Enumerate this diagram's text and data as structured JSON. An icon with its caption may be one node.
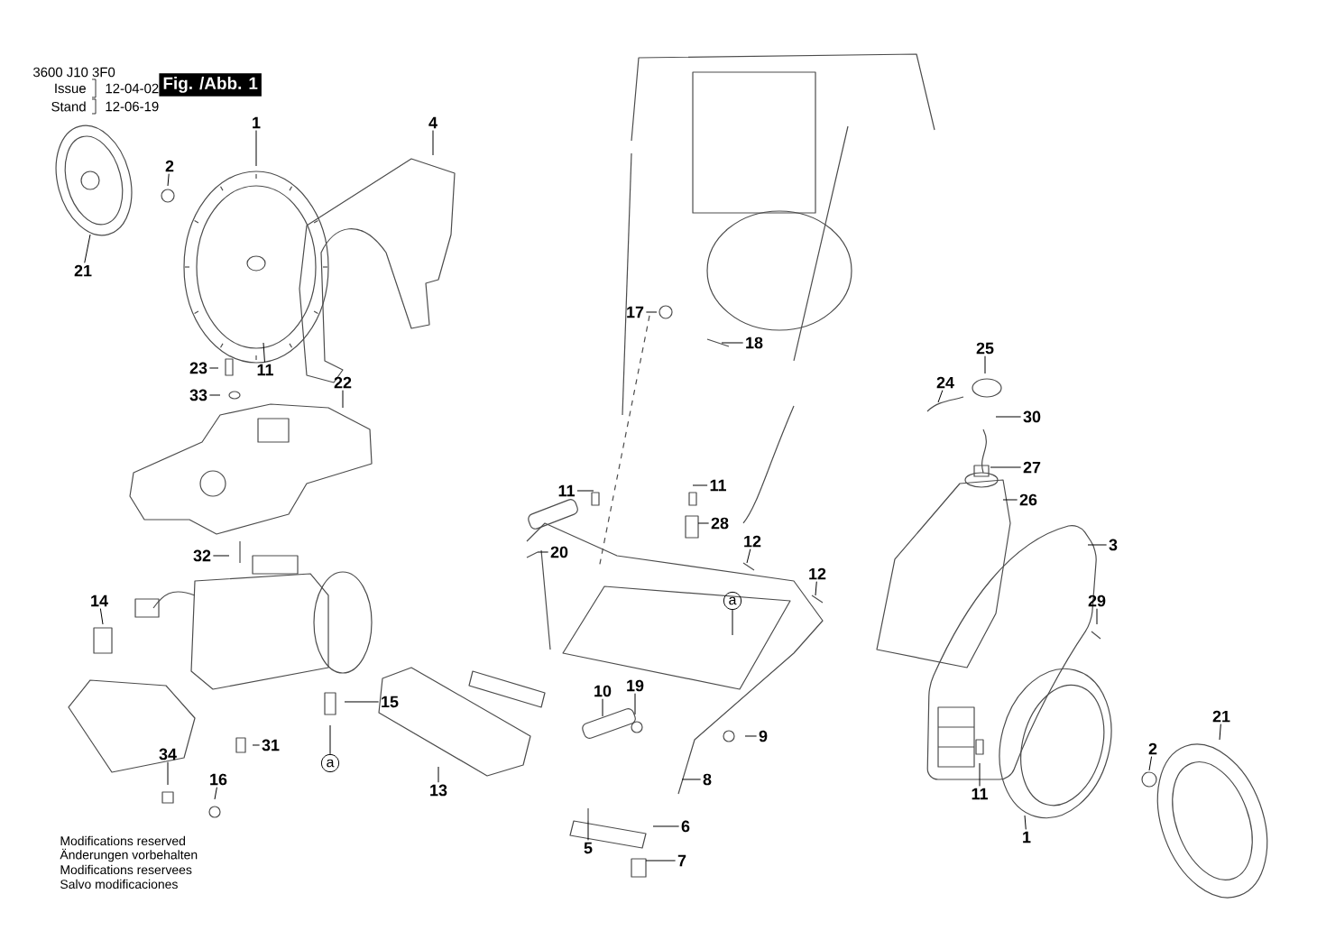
{
  "diagram": {
    "nodes": [
      {
        "text": [
          "1"
        ]
      },
      {
        "text": [
          "4"
        ]
      },
      {
        "text": [
          "2"
        ]
      },
      {
        "text": [
          "21"
        ]
      },
      {
        "text": [
          "17"
        ]
      },
      {
        "text": [
          "18"
        ]
      },
      {
        "text": [
          "25"
        ]
      },
      {
        "text": [
          "23"
        ]
      },
      {
        "text": [
          "11"
        ]
      },
      {
        "text": [
          "24"
        ]
      },
      {
        "text": [
          "22"
        ]
      },
      {
        "text": [
          "33"
        ]
      },
      {
        "text": [
          "30"
        ]
      },
      {
        "text": [
          "27"
        ]
      },
      {
        "text": [
          "11"
        ]
      },
      {
        "text": [
          "11"
        ]
      },
      {
        "text": [
          "26"
        ]
      },
      {
        "text": [
          "28"
        ]
      },
      {
        "text": [
          "12"
        ]
      },
      {
        "text": [
          "3"
        ]
      },
      {
        "text": [
          "20"
        ]
      },
      {
        "text": [
          "32"
        ]
      },
      {
        "text": [
          "12"
        ]
      },
      {
        "text": [
          "14"
        ]
      },
      {
        "text": [
          "a"
        ]
      },
      {
        "text": [
          "29"
        ]
      },
      {
        "text": [
          "10"
        ]
      },
      {
        "text": [
          "19"
        ]
      },
      {
        "text": [
          "15"
        ]
      },
      {
        "text": [
          "21"
        ]
      },
      {
        "text": [
          "a"
        ]
      },
      {
        "text": [
          "31"
        ]
      },
      {
        "text": [
          "9"
        ]
      },
      {
        "text": [
          "2"
        ]
      },
      {
        "text": [
          "34"
        ]
      },
      {
        "text": [
          "16"
        ]
      },
      {
        "text": [
          "8"
        ]
      },
      {
        "text": [
          "13"
        ]
      },
      {
        "text": [
          "11"
        ]
      },
      {
        "text": [
          "6"
        ]
      },
      {
        "text": [
          "1"
        ]
      },
      {
        "text": [
          "5"
        ]
      },
      {
        "text": [
          "7"
        ]
      }
    ],
    "edges": [
      {
        "from": 0,
        "to": null,
        "arrow": "none"
      },
      {
        "from": 1,
        "to": null,
        "arrow": "none"
      },
      {
        "from": 2,
        "to": null,
        "arrow": "none"
      },
      {
        "from": 3,
        "to": null,
        "arrow": "none"
      },
      {
        "from": 4,
        "to": null,
        "arrow": "none"
      },
      {
        "from": 5,
        "to": null,
        "arrow": "none"
      },
      {
        "from": 6,
        "to": null,
        "arrow": "none"
      },
      {
        "from": 7,
        "to": null,
        "arrow": "none"
      },
      {
        "from": 8,
        "to": null,
        "arrow": "none"
      },
      {
        "from": 9,
        "to": null,
        "arrow": "none"
      },
      {
        "from": 10,
        "to": null,
        "arrow": "none"
      },
      {
        "from": 11,
        "to": null,
        "arrow": "none"
      },
      {
        "from": 12,
        "to": null,
        "arrow": "none"
      },
      {
        "from": 13,
        "to": null,
        "arrow": "none"
      },
      {
        "from": 14,
        "to": null,
        "arrow": "none"
      },
      {
        "from": 15,
        "to": null,
        "arrow": "none"
      },
      {
        "from": 16,
        "to": null,
        "arrow": "none"
      },
      {
        "from": 17,
        "to": null,
        "arrow": "none"
      },
      {
        "from": 18,
        "to": null,
        "arrow": "none"
      },
      {
        "from": 19,
        "to": null,
        "arrow": "none"
      },
      {
        "from": 20,
        "to": null,
        "arrow": "none"
      },
      {
        "from": 21,
        "to": null,
        "arrow": "none"
      },
      {
        "from": 22,
        "to": null,
        "arrow": "none"
      },
      {
        "from": 23,
        "to": null,
        "arrow": "none"
      },
      {
        "from": 24,
        "to": null,
        "arrow": "none"
      },
      {
        "from": 25,
        "to": null,
        "arrow": "none"
      },
      {
        "from": 26,
        "to": null,
        "arrow": "none"
      },
      {
        "from": 27,
        "to": null,
        "arrow": "none"
      },
      {
        "from": 28,
        "to": null,
        "arrow": "none"
      },
      {
        "from": 29,
        "to": null,
        "arrow": "none"
      },
      {
        "from": 30,
        "to": null,
        "arrow": "none"
      },
      {
        "from": 31,
        "to": null,
        "arrow": "none"
      },
      {
        "from": 32,
        "to": null,
        "arrow": "none"
      },
      {
        "from": 33,
        "to": null,
        "arrow": "none"
      },
      {
        "from": 34,
        "to": null,
        "arrow": "none"
      },
      {
        "from": 35,
        "to": null,
        "arrow": "none"
      },
      {
        "from": 36,
        "to": null,
        "arrow": "none"
      },
      {
        "from": 37,
        "to": null,
        "arrow": "none"
      },
      {
        "from": 38,
        "to": null,
        "arrow": "none"
      },
      {
        "from": 39,
        "to": null,
        "arrow": "none"
      },
      {
        "from": 40,
        "to": null,
        "arrow": "none"
      },
      {
        "from": 41,
        "to": null,
        "arrow": "none"
      },
      {
        "from": 42,
        "to": null,
        "arrow": "none"
      }
    ],
    "labels": [
      "3600 J10 3F0",
      "Issue",
      "12-04-02",
      "Stand",
      "12-06-19",
      "Fig. /Abb. 1",
      "Modifications reserved",
      "Änderungen vorbehalten",
      "Modifications reservees",
      "Salvo modificaciones"
    ]
  }
}
